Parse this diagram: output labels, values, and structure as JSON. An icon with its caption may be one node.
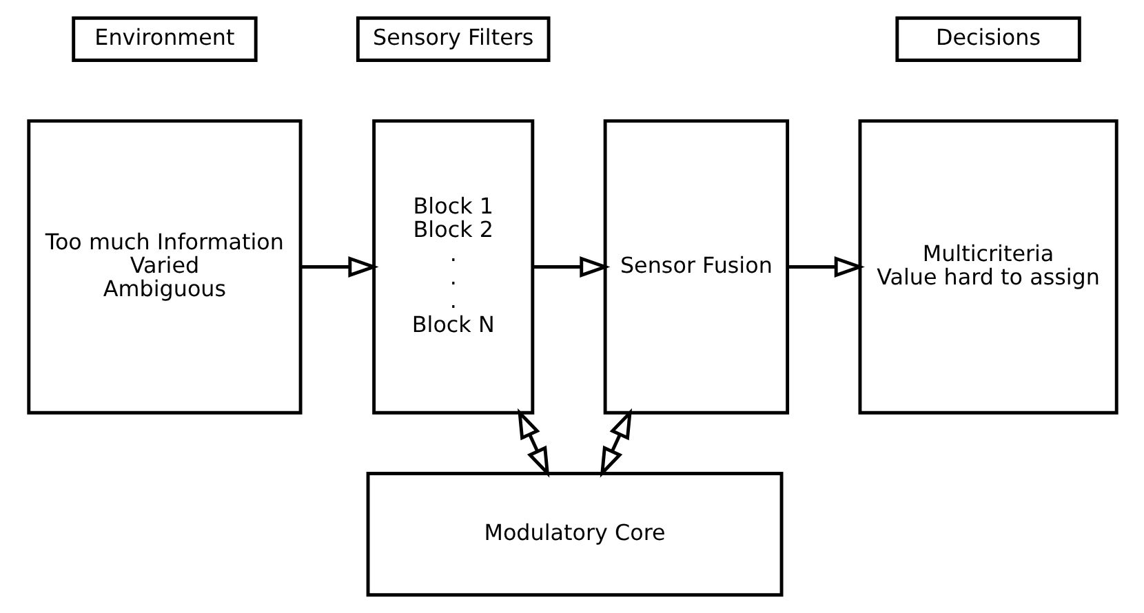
{
  "diagram": {
    "nodes": [
      {
        "text": [
          "Environment"
        ]
      },
      {
        "text": [
          "Too much Information",
          "Varied",
          "Ambiguous"
        ]
      },
      {
        "text": [
          "Sensory Filters"
        ]
      },
      {
        "text": [
          "Block 1",
          "Block 2",
          ".",
          ".",
          ".",
          "Block N"
        ]
      },
      {
        "text": [
          "Sensor Fusion"
        ]
      },
      {
        "text": [
          "Decisions"
        ]
      },
      {
        "text": [
          "Multicriteria",
          "Value hard to assign"
        ]
      },
      {
        "text": [
          "Modulatory Core"
        ]
      }
    ],
    "edges": [
      {
        "from": 1,
        "to": 3,
        "arrow": "to"
      },
      {
        "from": 3,
        "to": 4,
        "arrow": "to"
      },
      {
        "from": 4,
        "to": 6,
        "arrow": "to"
      },
      {
        "from": 3,
        "to": 7,
        "arrow": "both"
      },
      {
        "from": 4,
        "to": 7,
        "arrow": "both"
      }
    ]
  }
}
